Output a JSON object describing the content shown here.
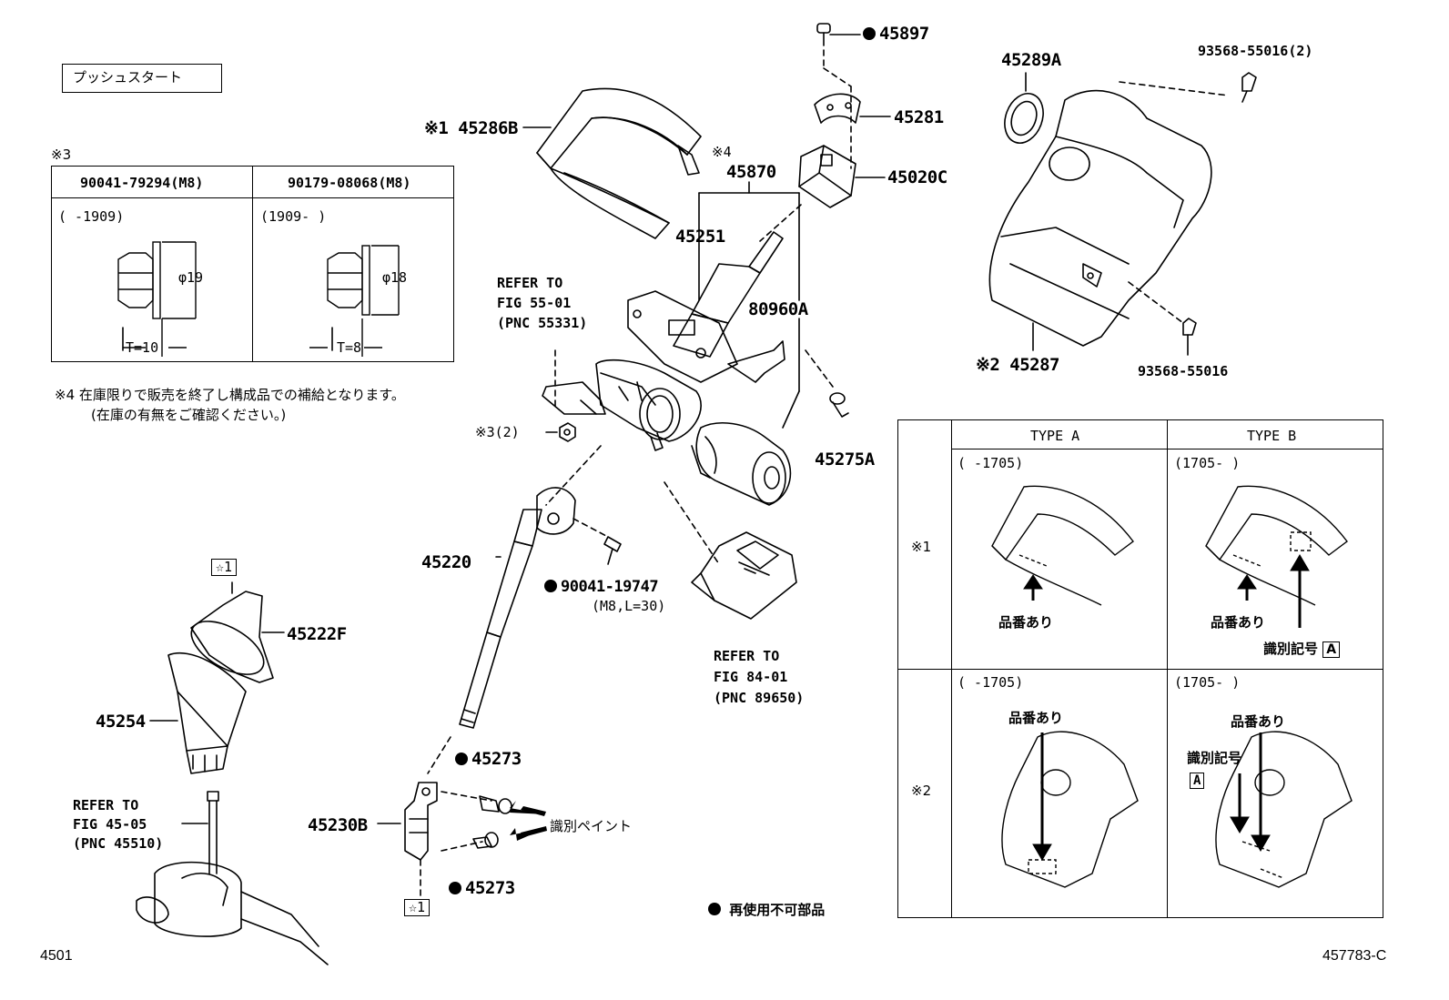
{
  "header": {
    "push_start": "プッシュスタート"
  },
  "note3": {
    "mark": "※3",
    "col1_part": "90041-79294(M8)",
    "col2_part": "90179-08068(M8)",
    "col1_range": "(      -1909)",
    "col2_range": "(1909-      )",
    "col1_diameter": "φ19",
    "col2_diameter": "φ18",
    "col1_thickness": "T=10",
    "col2_thickness": "T=8"
  },
  "note4": {
    "line1": "※4 在庫限りで販売を終了し構成品での補給となります。",
    "line2": "(在庫の有無をご確認ください。)"
  },
  "parts": {
    "p45897": "45897",
    "p45281": "45281",
    "p45020c": "45020C",
    "p45870_mark": "※4",
    "p45870": "45870",
    "p45286b": "※1 45286B",
    "p45251": "45251",
    "p80960a": "80960A",
    "p45275a": "45275A",
    "p45220": "45220",
    "p90041": "90041-19747",
    "p90041_spec": "(M8,L=30)",
    "p45222f": "45222F",
    "p45254": "45254",
    "p45273_top": "45273",
    "p45273_bottom": "45273",
    "p45230b": "45230B",
    "nut_note": "※3(2)",
    "p45289a": "45289A",
    "p93568_2": "93568-55016(2)",
    "p45287": "※2  45287",
    "p93568": "93568-55016",
    "star1": "☆1",
    "paint": "識別ペイント"
  },
  "refs": {
    "fig55": [
      "REFER TO",
      "FIG 55-01",
      "(PNC 55331)"
    ],
    "fig84": [
      "REFER TO",
      "FIG 84-01",
      "(PNC 89650)"
    ],
    "fig45": [
      "REFER TO",
      "FIG 45-05",
      "(PNC 45510)"
    ]
  },
  "legend": {
    "non_reusable": "再使用不可部品"
  },
  "type_table": {
    "type_a": "TYPE A",
    "type_b": "TYPE B",
    "row1_mark": "※1",
    "row2_mark": "※2",
    "a1_range": "(      -1705)",
    "b1_range": "(1705-      )",
    "a2_range": "(      -1705)",
    "b2_range": "(1705-      )",
    "part_no_present": "品番あり",
    "id_mark": "識別記号",
    "id_letter": "A"
  },
  "footer": {
    "page_code": "4501",
    "figure_code": "457783-C"
  }
}
